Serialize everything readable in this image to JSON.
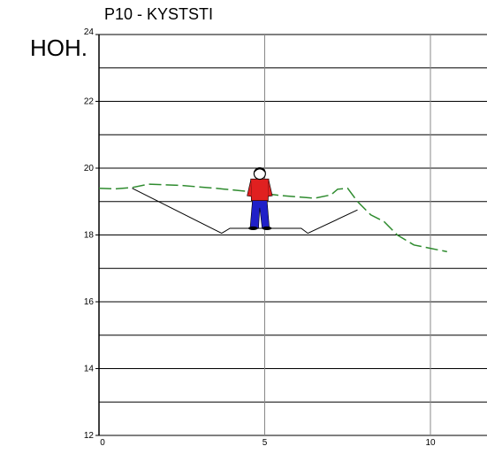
{
  "title": "P10 - KYSTSTI",
  "y_axis_label": "HOH.",
  "colors": {
    "grid": "#000000",
    "major_vertical": "#888888",
    "terrain": "#2e8b2e",
    "path": "#000000",
    "person_shirt": "#e02020",
    "person_pants": "#2020c8",
    "person_outline": "#000000"
  },
  "chart_data": {
    "type": "line",
    "title": "P10 - KYSTSTI",
    "ylabel": "HOH.",
    "xlabel": "",
    "xlim": [
      0,
      11.5
    ],
    "ylim": [
      12,
      24
    ],
    "x_ticks": [
      0,
      5,
      10
    ],
    "y_ticks": [
      12,
      14,
      16,
      18,
      20,
      22,
      24
    ],
    "horizontal_grid": [
      12,
      13,
      14,
      15,
      16,
      17,
      18,
      19,
      20,
      21,
      22,
      23,
      24
    ],
    "vertical_grid": [
      5,
      10
    ],
    "series": [
      {
        "style": "dashed-green",
        "points": [
          [
            0,
            19.4
          ],
          [
            0.5,
            19.38
          ],
          [
            1.0,
            19.42
          ],
          [
            1.5,
            19.52
          ],
          [
            2.5,
            19.48
          ],
          [
            3.5,
            19.4
          ],
          [
            4.5,
            19.3
          ],
          [
            5.5,
            19.18
          ],
          [
            6.5,
            19.1
          ],
          [
            7.0,
            19.2
          ],
          [
            7.2,
            19.37
          ],
          [
            7.5,
            19.4
          ],
          [
            7.8,
            19.0
          ],
          [
            8.2,
            18.6
          ],
          [
            8.6,
            18.4
          ],
          [
            9.0,
            18.0
          ],
          [
            9.5,
            17.7
          ],
          [
            10.0,
            17.6
          ],
          [
            10.5,
            17.5
          ]
        ]
      },
      {
        "style": "solid-black",
        "points": [
          [
            1.0,
            19.4
          ],
          [
            3.7,
            18.05
          ],
          [
            3.95,
            18.2
          ],
          [
            6.1,
            18.2
          ],
          [
            6.3,
            18.05
          ],
          [
            7.8,
            18.75
          ]
        ]
      }
    ],
    "annotations": [
      {
        "type": "person-figure",
        "x": 4.85,
        "y_base": 18.2,
        "height_m": 1.8
      }
    ]
  }
}
